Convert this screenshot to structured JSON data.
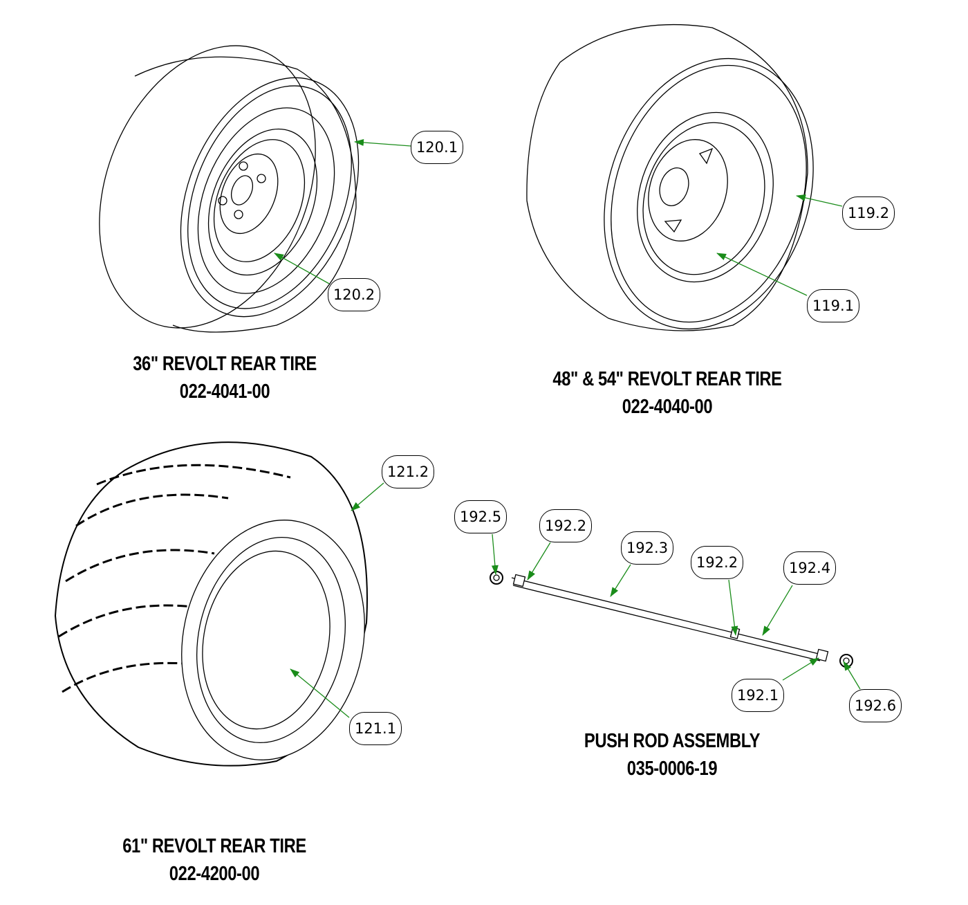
{
  "assemblies": [
    {
      "name": "36\" REVOLT REAR TIRE",
      "part_number": "022-4041-00",
      "callouts": [
        "120.1",
        "120.2"
      ]
    },
    {
      "name": "48\" & 54\" REVOLT REAR TIRE",
      "part_number": "022-4040-00",
      "callouts": [
        "119.2",
        "119.1"
      ]
    },
    {
      "name": "61\" REVOLT REAR TIRE",
      "part_number": "022-4200-00",
      "callouts": [
        "121.2",
        "121.1"
      ]
    },
    {
      "name": "PUSH ROD ASSEMBLY",
      "part_number": "035-0006-19",
      "callouts": [
        "192.5",
        "192.2",
        "192.3",
        "192.2",
        "192.4",
        "192.1",
        "192.6"
      ]
    }
  ],
  "colors": {
    "leader": "#1a8c1a",
    "line": "#000000"
  }
}
